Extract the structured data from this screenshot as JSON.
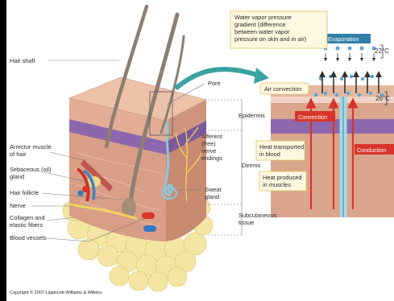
{
  "labels_left": {
    "hair_shaft": "Hair shaft",
    "arrector_1": "Arrector muscle",
    "arrector_2": "of hair",
    "sebaceous_1": "Sebaceous (oil)",
    "sebaceous_2": "gland",
    "hair_follicle": "Hair follicle",
    "nerve": "Nerve",
    "collagen_1": "Collagen and",
    "collagen_2": "elastic fibers",
    "blood_vessels": "Blood vessels"
  },
  "labels_right": {
    "pore": "Pore",
    "afferent_1": "Afferent",
    "afferent_2": "(free)",
    "afferent_3": "nerve",
    "afferent_4": "endings",
    "sweat_1": "Sweat",
    "sweat_2": "gland",
    "epidermis": "Epidermis",
    "dermis": "Dermis",
    "subcut_1": "Subcutaneous",
    "subcut_2": "tissue"
  },
  "inset": {
    "water_1": "Water vapor pressure",
    "water_2": "gradient (difference",
    "water_3": "between water vapor",
    "water_4": "pressure on skin and in air)",
    "evaporation": "Evaporation",
    "temp_air": "22°C",
    "air_convection": "Air convection",
    "temp_skin": "26°C",
    "convection": "Convection",
    "conduction": "Conduction",
    "heat_blood_1": "Heat transported",
    "heat_blood_2": "in blood",
    "heat_muscle_1": "Heat produced",
    "heat_muscle_2": "in muscles"
  },
  "copyright": "Copyright © 2007 Lippincott Williams & Wilkins.",
  "colors": {
    "epidermis": "#8e68ad",
    "dermis": "#d9a08a",
    "fat": "#f2e39a",
    "accent_blue": "#2f7fa7",
    "accent_red": "#d8352a"
  }
}
